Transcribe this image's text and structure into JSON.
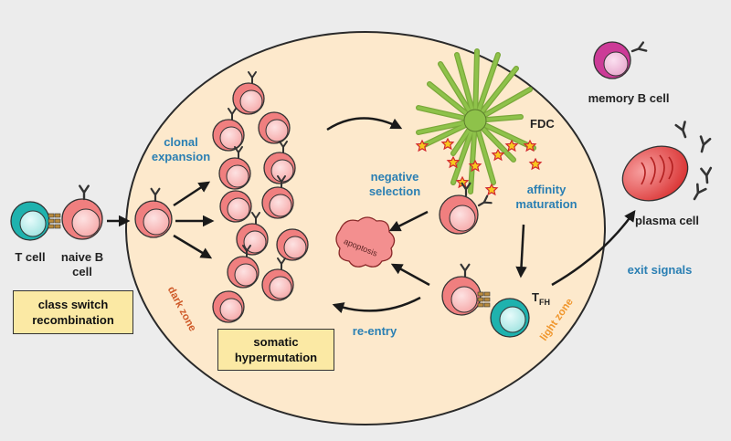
{
  "labels": {
    "t_cell": "T cell",
    "naive_b_1": "naive B",
    "naive_b_2": "cell",
    "clonal_1": "clonal",
    "clonal_2": "expansion",
    "negative_1": "negative",
    "negative_2": "selection",
    "affinity_1": "affinity",
    "affinity_2": "maturation",
    "fdc": "FDC",
    "apoptosis": "apoptosis",
    "tfh_main": "T",
    "tfh_sub": "FH",
    "re_entry": "re-entry",
    "exit_signals": "exit signals",
    "memory_b": "memory B cell",
    "plasma": "plasma cell",
    "dark_zone": "dark zone",
    "light_zone": "light zone"
  },
  "boxes": {
    "class_switch_1": "class switch",
    "class_switch_2": "recombination",
    "somatic_1": "somatic",
    "somatic_2": "hypermutation"
  },
  "colors": {
    "background": "#ececec",
    "germinal_center": "#fde9cc",
    "b_cell": "#ee8a8a",
    "t_cell": "#1fb2ae",
    "fdc": "#8ec24a",
    "memory_cell": "#cc3b97",
    "plasma_cell": "#e23a3a",
    "label_blue": "#2a7fb3",
    "dark_zone_label": "#cf5b2a",
    "light_zone_label": "#f0972e",
    "box_fill": "#fbe9a4"
  }
}
